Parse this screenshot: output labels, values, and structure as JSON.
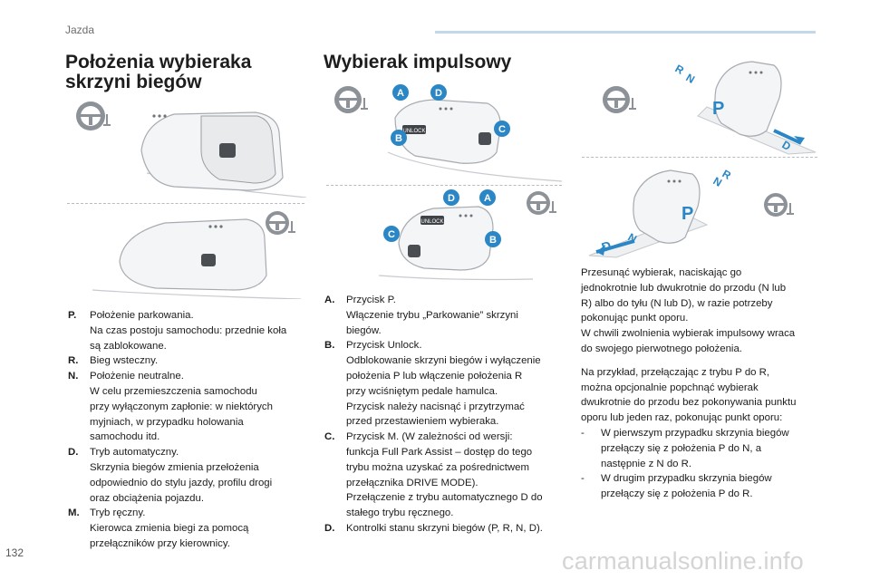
{
  "header": {
    "section": "Jazda"
  },
  "left": {
    "title_line1": "Położenia wybieraka",
    "title_line2": "skrzyni biegów",
    "legend": [
      {
        "key": "P.",
        "lines": [
          "Położenie parkowania.",
          "Na czas postoju samochodu: przednie koła",
          "są zablokowane."
        ]
      },
      {
        "key": "R.",
        "lines": [
          "Bieg wsteczny."
        ]
      },
      {
        "key": "N.",
        "lines": [
          "Położenie neutralne.",
          "W celu przemieszczenia samochodu",
          "przy wyłączonym zapłonie: w niektórych",
          "myjniach, w przypadku holowania",
          "samochodu itd."
        ]
      },
      {
        "key": "D.",
        "lines": [
          "Tryb automatyczny.",
          "Skrzynia biegów zmienia przełożenia",
          "odpowiednio do stylu jazdy, profilu drogi",
          "oraz obciążenia pojazdu."
        ]
      },
      {
        "key": "M.",
        "lines": [
          "Tryb ręczny.",
          "Kierowca zmienia biegi za pomocą",
          "przełączników przy kierownicy."
        ]
      }
    ]
  },
  "middle": {
    "title": "Wybierak impulsowy",
    "figure_labels": {
      "a": "A",
      "b": "B",
      "c": "C",
      "d": "D",
      "unlock": "UNLOCK"
    },
    "legend": [
      {
        "key": "A.",
        "lines": [
          "Przycisk P.",
          "Włączenie trybu „Parkowanie” skrzyni",
          "biegów."
        ]
      },
      {
        "key": "B.",
        "lines": [
          "Przycisk Unlock.",
          "Odblokowanie skrzyni biegów i wyłączenie",
          "położenia P lub włączenie położenia R",
          "przy wciśniętym pedale hamulca.",
          "Przycisk należy nacisnąć i przytrzymać",
          "przed przestawieniem wybieraka."
        ]
      },
      {
        "key": "C.",
        "lines": [
          "Przycisk M. (W zależności od wersji:",
          "funkcja Full Park Assist – dostęp do tego",
          "trybu można uzyskać za pośrednictwem",
          "przełącznika DRIVE MODE).",
          "Przełączenie z trybu automatycznego D do",
          "stałego trybu ręcznego."
        ]
      },
      {
        "key": "D.",
        "lines": [
          "Kontrolki stanu skrzyni biegów (P, R, N, D)."
        ]
      }
    ]
  },
  "right": {
    "figure_labels": {
      "p": "P",
      "r": "R",
      "n": "N",
      "d": "D"
    },
    "para1": [
      "Przesunąć wybierak, naciskając go",
      "jednokrotnie lub dwukrotnie do przodu (N lub",
      "R) albo do tyłu (N lub D), w razie potrzeby",
      "pokonując punkt oporu.",
      "W chwili zwolnienia wybierak impulsowy wraca",
      "do swojego pierwotnego położenia."
    ],
    "para2": [
      "Na przykład, przełączając z trybu P do R,",
      "można opcjonalnie popchnąć wybierak",
      "dwukrotnie do przodu bez pokonywania punktu",
      "oporu lub jeden raz, pokonując punkt oporu:"
    ],
    "bullets": [
      {
        "mark": "-",
        "lines": [
          "W pierwszym przypadku skrzynia biegów",
          "przełączy się z położenia P do N, a",
          "następnie z N do R."
        ]
      },
      {
        "mark": "-",
        "lines": [
          "W drugim przypadku skrzynia biegów",
          "przełączy się z położenia P do R."
        ]
      }
    ]
  },
  "footer": {
    "page": "132",
    "watermark": "carmanualsonline.info"
  },
  "colors": {
    "accent_blue": "#2a86c4",
    "rule": "#c2d7ea",
    "text": "#1c1c1c"
  }
}
